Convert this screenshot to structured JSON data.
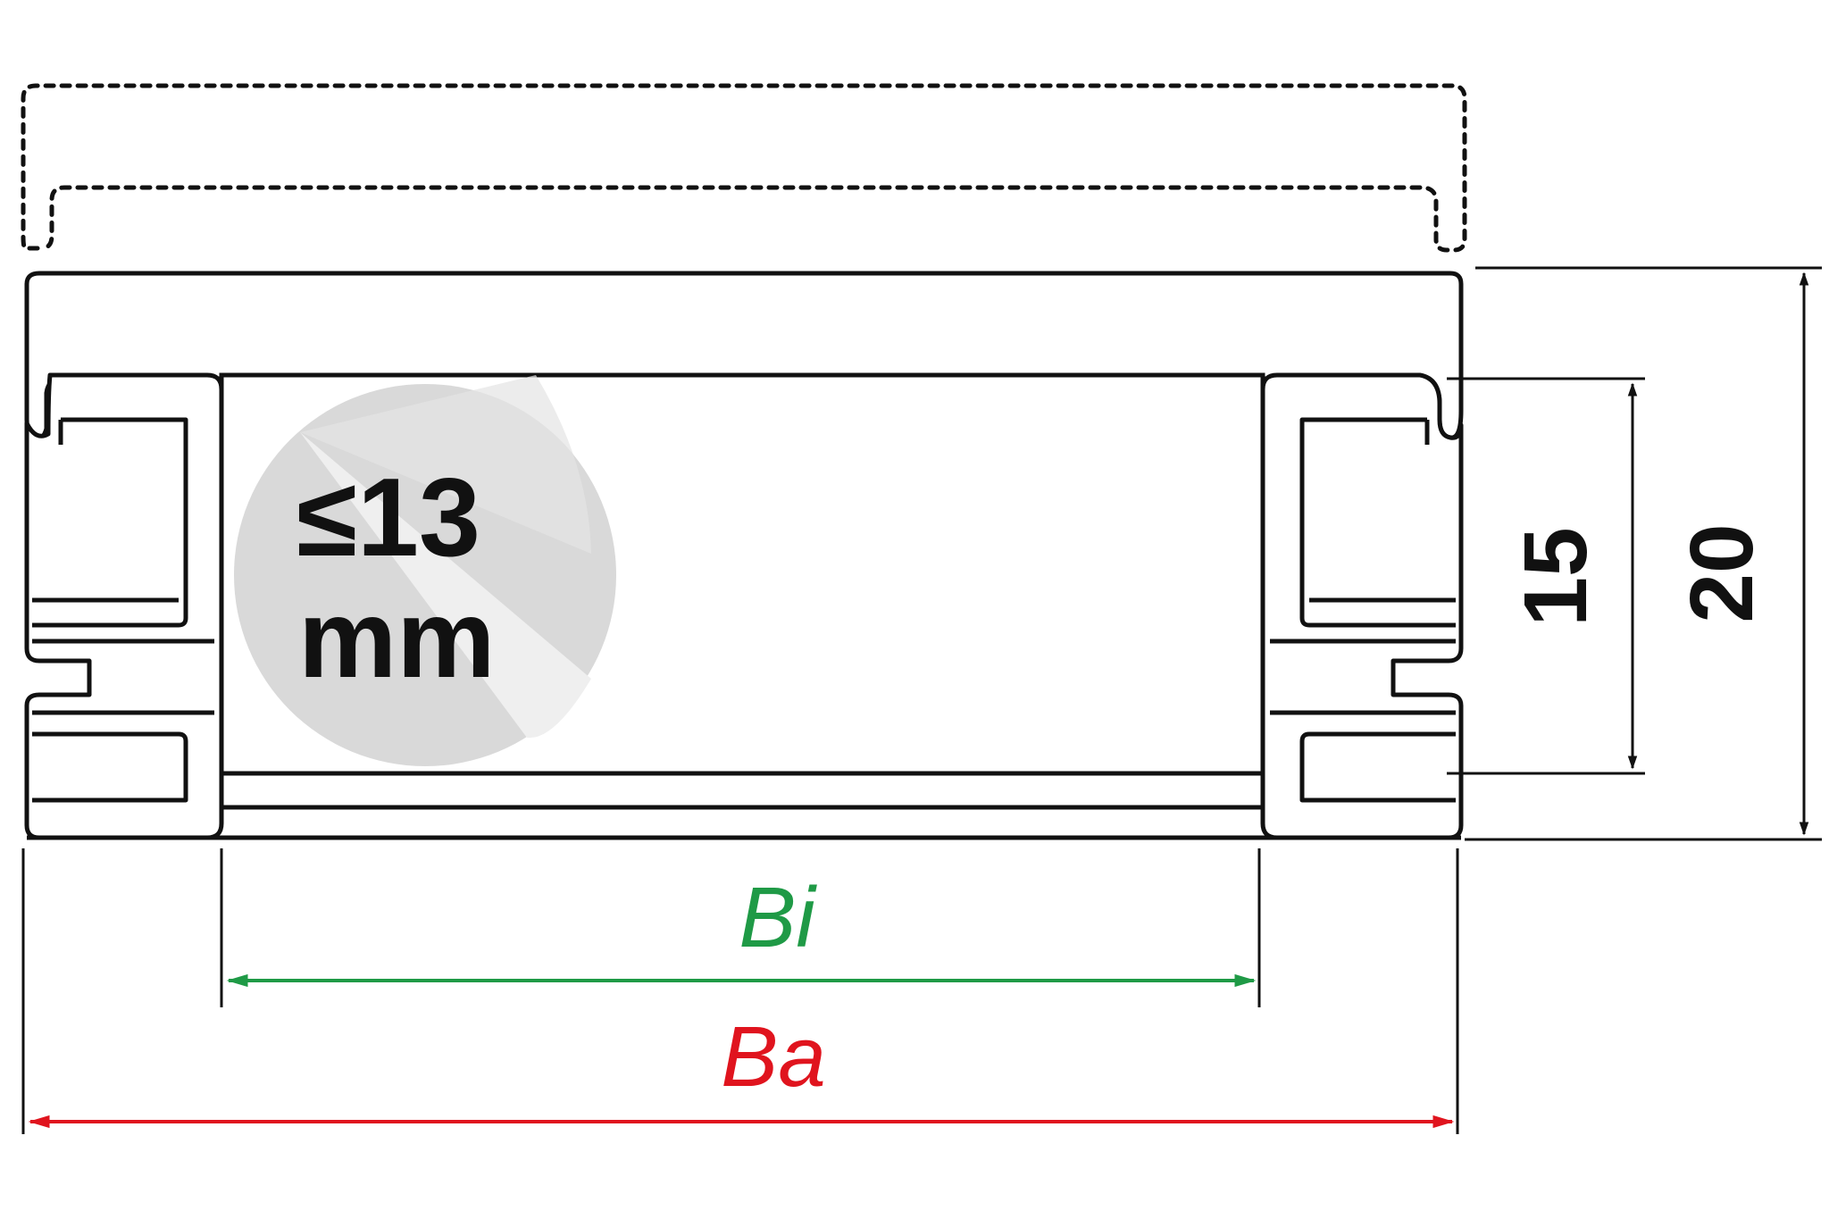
{
  "diagram": {
    "cable_diameter": {
      "value": "≤13",
      "unit": "mm"
    },
    "dimensions": {
      "inner_height": "15",
      "outer_height": "20",
      "inner_width": "Bi",
      "outer_width": "Ba"
    },
    "colors": {
      "line": "#111111",
      "inner_width": "#1f9a46",
      "outer_width": "#e0141e",
      "cable_circle": "#d9d9d9",
      "cable_highlight": "#efefef"
    }
  }
}
